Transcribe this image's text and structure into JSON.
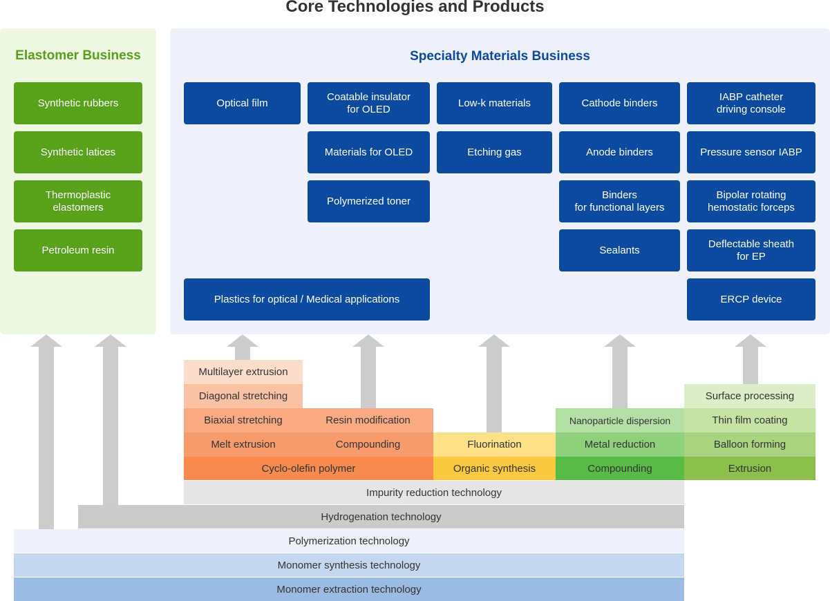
{
  "title": "Core Technologies and Products",
  "elastomer": {
    "heading": "Elastomer Business",
    "products": [
      "Synthetic rubbers",
      "Synthetic latices",
      "Thermoplastic\nelastomers",
      "Petroleum resin"
    ]
  },
  "specialty": {
    "heading": "Specialty Materials Business",
    "products": {
      "optical_film": "Optical film",
      "coatable_insulator": "Coatable insulator\nfor OLED",
      "materials_oled": "Materials for OLED",
      "polymerized_toner": "Polymerized toner",
      "low_k": "Low-k materials",
      "etching_gas": "Etching gas",
      "cathode_binders": "Cathode binders",
      "anode_binders": "Anode binders",
      "binders_functional": "Binders\nfor functional layers",
      "sealants": "Sealants",
      "iabp_console": "IABP catheter\ndriving console",
      "pressure_sensor": "Pressure sensor IABP",
      "bipolar_forceps": "Bipolar rotating\nhemostatic forceps",
      "deflectable_sheath": "Deflectable sheath\nfor EP",
      "ercp_device": "ERCP device",
      "plastics_optical": "Plastics for optical / Medical applications"
    }
  },
  "technologies": {
    "multilayer_extrusion": "Multilayer extrusion",
    "diagonal_stretching": "Diagonal stretching",
    "biaxial_stretching": "Biaxial stretching",
    "melt_extrusion": "Melt extrusion",
    "resin_modification": "Resin modification",
    "compounding_resin": "Compounding",
    "cyclo_olefin": "Cyclo-olefin polymer",
    "fluorination": "Fluorination",
    "organic_synthesis": "Organic synthesis",
    "nanoparticle_dispersion": "Nanoparticle dispersion",
    "metal_reduction": "Metal reduction",
    "compounding_green": "Compounding",
    "surface_processing": "Surface processing",
    "thin_film_coating": "Thin film coating",
    "balloon_forming": "Balloon forming",
    "extrusion": "Extrusion",
    "impurity_reduction": "Impurity reduction technology",
    "hydrogenation": "Hydrogenation technology",
    "polymerization": "Polymerization technology",
    "monomer_synthesis": "Monomer synthesis technology",
    "monomer_extraction": "Monomer extraction technology"
  },
  "colors": {
    "elastomer_green": "#58a11a",
    "specialty_blue": "#0b4a9e",
    "panel_green": "#eef7e2",
    "panel_blue": "#eef1fa",
    "arrow_gray": "#cccccc"
  }
}
